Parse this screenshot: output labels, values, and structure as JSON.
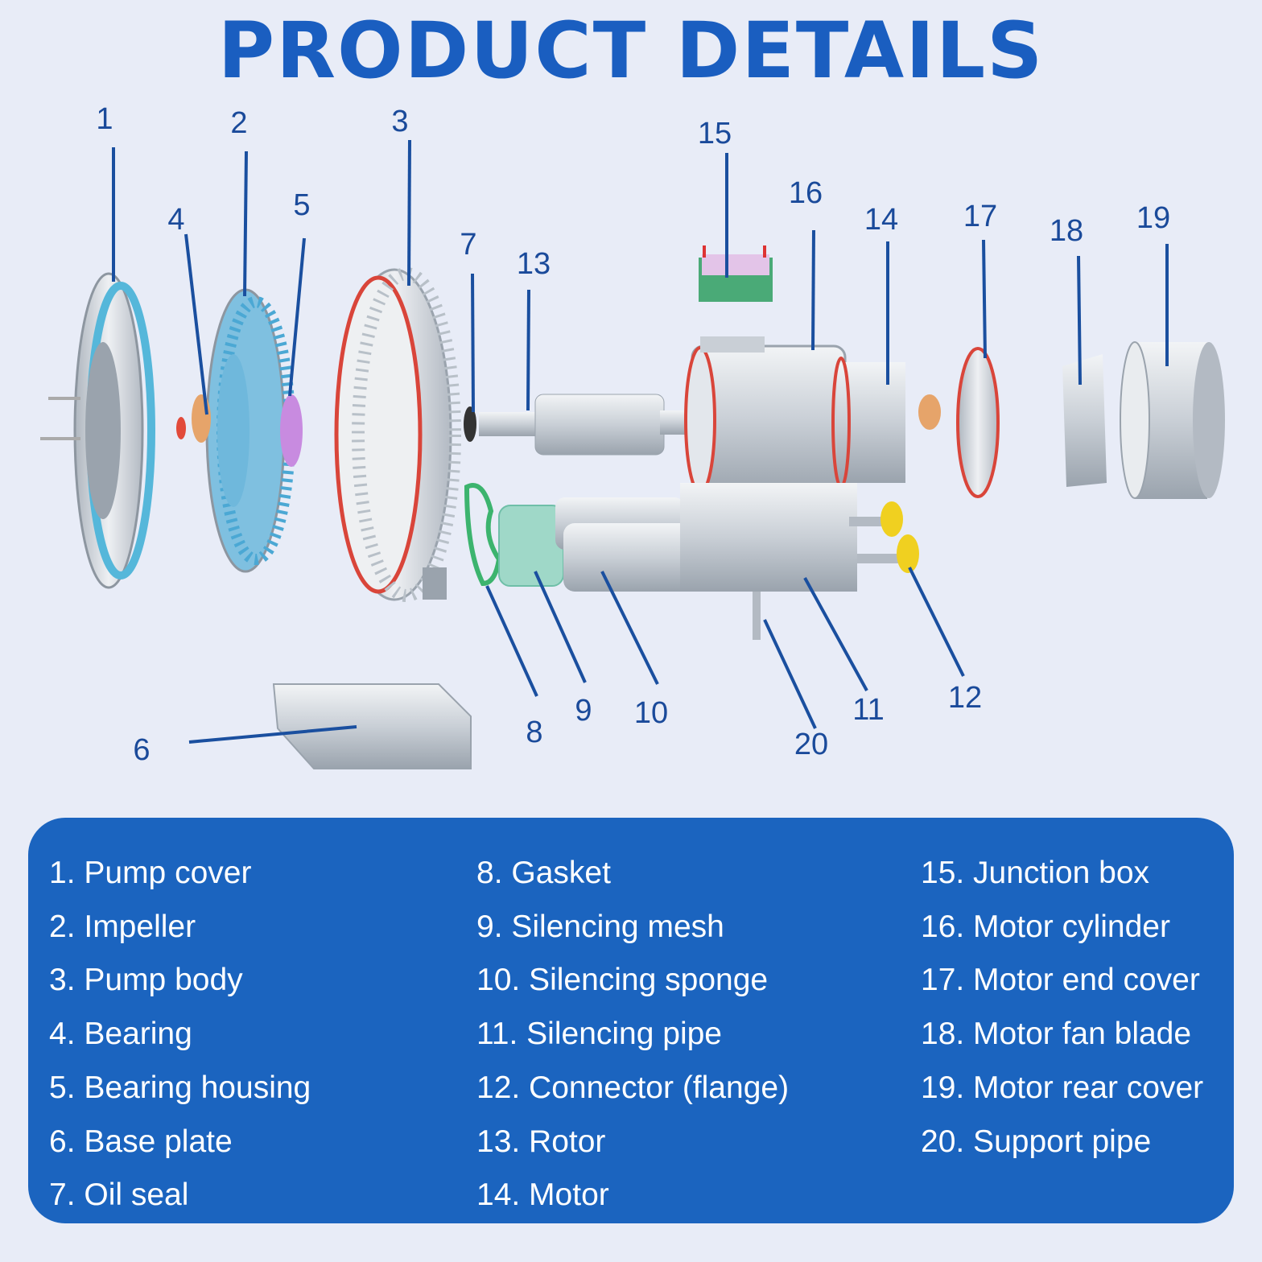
{
  "title": "PRODUCT DETAILS",
  "callout_numbers": [
    "1",
    "2",
    "3",
    "4",
    "5",
    "6",
    "7",
    "8",
    "9",
    "10",
    "11",
    "12",
    "13",
    "14",
    "15",
    "16",
    "17",
    "18",
    "19",
    "20"
  ],
  "legend": {
    "column1": [
      "1. Pump cover",
      "2. Impeller",
      "3. Pump body",
      "4. Bearing",
      "5. Bearing housing",
      "6. Base plate",
      "7. Oil seal"
    ],
    "column2": [
      "8. Gasket",
      "9. Silencing mesh",
      "10. Silencing sponge",
      "11. Silencing pipe",
      "12. Connector (flange)",
      "13. Rotor",
      "14. Motor"
    ],
    "column3": [
      "15. Junction box",
      "16. Motor cylinder",
      "17. Motor end cover",
      "18. Motor fan blade",
      "19. Motor rear cover",
      "20. Support pipe"
    ]
  },
  "colors": {
    "title": "#1a5ec0",
    "legend_background": "#1b64bf",
    "leader_lines": "#1a4f9f",
    "page_background": "#e8ecf7"
  }
}
